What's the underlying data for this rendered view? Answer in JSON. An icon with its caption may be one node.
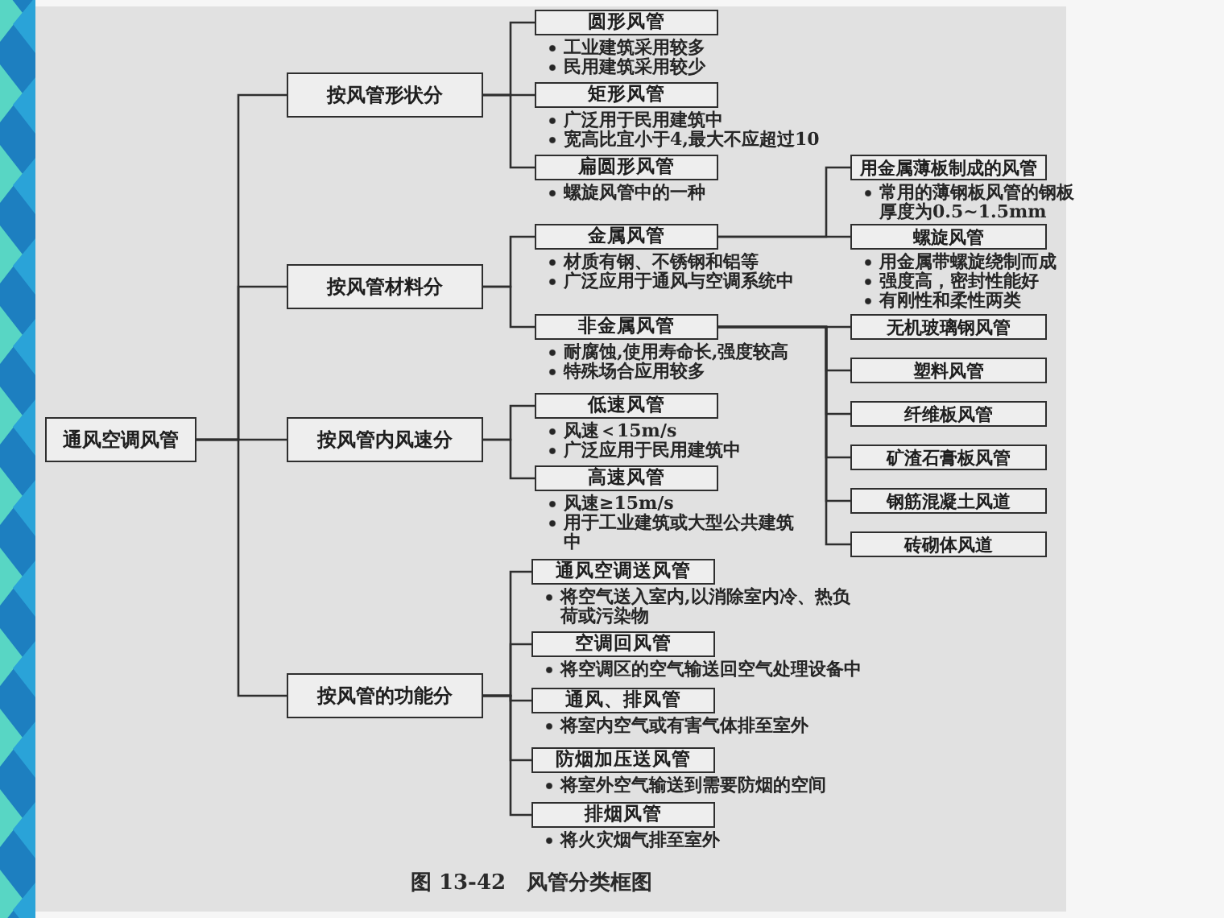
{
  "diagram": {
    "caption": "图 13-42　风管分类框图",
    "nodes": [
      {
        "text": [
          "通风空调风管"
        ]
      },
      {
        "text": [
          "按风管形状分"
        ]
      },
      {
        "text": [
          "圆形风管"
        ],
        "beside": [
          "工业建筑采用较多",
          "民用建筑采用较少"
        ]
      },
      {
        "text": [
          "矩形风管"
        ],
        "beside": [
          "广泛用于民用建筑中",
          "宽高比宜小于4,最大不应超过10"
        ]
      },
      {
        "text": [
          "扁圆形风管"
        ],
        "beside": [
          "螺旋风管中的一种"
        ]
      },
      {
        "text": [
          "按风管材料分"
        ]
      },
      {
        "text": [
          "金属风管"
        ],
        "beside": [
          "材质有钢、不锈钢和铝等",
          "广泛应用于通风与空调系统中"
        ]
      },
      {
        "text": [
          "用金属薄板制成的风管"
        ],
        "beside": [
          "常用的薄钢板风管的钢板厚度为0.5~1.5mm"
        ]
      },
      {
        "text": [
          "螺旋风管"
        ],
        "beside": [
          "用金属带螺旋绕制而成",
          "强度高，密封性能好",
          "有刚性和柔性两类"
        ]
      },
      {
        "text": [
          "非金属风管"
        ],
        "beside": [
          "耐腐蚀,使用寿命长,强度较高",
          "特殊场合应用较多"
        ]
      },
      {
        "text": [
          "无机玻璃钢风管"
        ]
      },
      {
        "text": [
          "塑料风管"
        ]
      },
      {
        "text": [
          "纤维板风管"
        ]
      },
      {
        "text": [
          "矿渣石膏板风管"
        ]
      },
      {
        "text": [
          "钢筋混凝土风道"
        ]
      },
      {
        "text": [
          "砖砌体风道"
        ]
      },
      {
        "text": [
          "按风管内风速分"
        ]
      },
      {
        "text": [
          "低速风管"
        ],
        "beside": [
          "风速＜15m/s",
          "广泛应用于民用建筑中"
        ]
      },
      {
        "text": [
          "高速风管"
        ],
        "beside": [
          "风速≥15m/s",
          "用于工业建筑或大型公共建筑中"
        ]
      },
      {
        "text": [
          "按风管的功能分"
        ]
      },
      {
        "text": [
          "通风空调送风管"
        ],
        "beside": [
          "将空气送入室内,以消除室内冷、热负荷或污染物"
        ]
      },
      {
        "text": [
          "空调回风管"
        ],
        "beside": [
          "将空调区的空气输送回空气处理设备中"
        ]
      },
      {
        "text": [
          "通风、排风管"
        ],
        "beside": [
          "将室内空气或有害气体排至室外"
        ]
      },
      {
        "text": [
          "防烟加压送风管"
        ],
        "beside": [
          "将室外空气输送到需要防烟的空间"
        ]
      },
      {
        "text": [
          "排烟风管"
        ],
        "beside": [
          "将火灾烟气排至室外"
        ]
      }
    ],
    "edges": [
      {
        "from": 0,
        "to": 1,
        "arrow": "none"
      },
      {
        "from": 0,
        "to": 5,
        "arrow": "none"
      },
      {
        "from": 0,
        "to": 16,
        "arrow": "none"
      },
      {
        "from": 0,
        "to": 19,
        "arrow": "none"
      },
      {
        "from": 1,
        "to": 2,
        "arrow": "none"
      },
      {
        "from": 1,
        "to": 3,
        "arrow": "none"
      },
      {
        "from": 1,
        "to": 4,
        "arrow": "none"
      },
      {
        "from": 5,
        "to": 6,
        "arrow": "none"
      },
      {
        "from": 5,
        "to": 9,
        "arrow": "none"
      },
      {
        "from": 6,
        "to": 7,
        "arrow": "none"
      },
      {
        "from": 6,
        "to": 8,
        "arrow": "none"
      },
      {
        "from": 9,
        "to": 10,
        "arrow": "none"
      },
      {
        "from": 9,
        "to": 11,
        "arrow": "none"
      },
      {
        "from": 9,
        "to": 12,
        "arrow": "none"
      },
      {
        "from": 9,
        "to": 13,
        "arrow": "none"
      },
      {
        "from": 9,
        "to": 14,
        "arrow": "none"
      },
      {
        "from": 9,
        "to": 15,
        "arrow": "none"
      },
      {
        "from": 16,
        "to": 17,
        "arrow": "none"
      },
      {
        "from": 16,
        "to": 18,
        "arrow": "none"
      },
      {
        "from": 19,
        "to": 20,
        "arrow": "none"
      },
      {
        "from": 19,
        "to": 21,
        "arrow": "none"
      },
      {
        "from": 19,
        "to": 22,
        "arrow": "none"
      },
      {
        "from": 19,
        "to": 23,
        "arrow": "none"
      },
      {
        "from": 19,
        "to": 24,
        "arrow": "none"
      }
    ]
  }
}
